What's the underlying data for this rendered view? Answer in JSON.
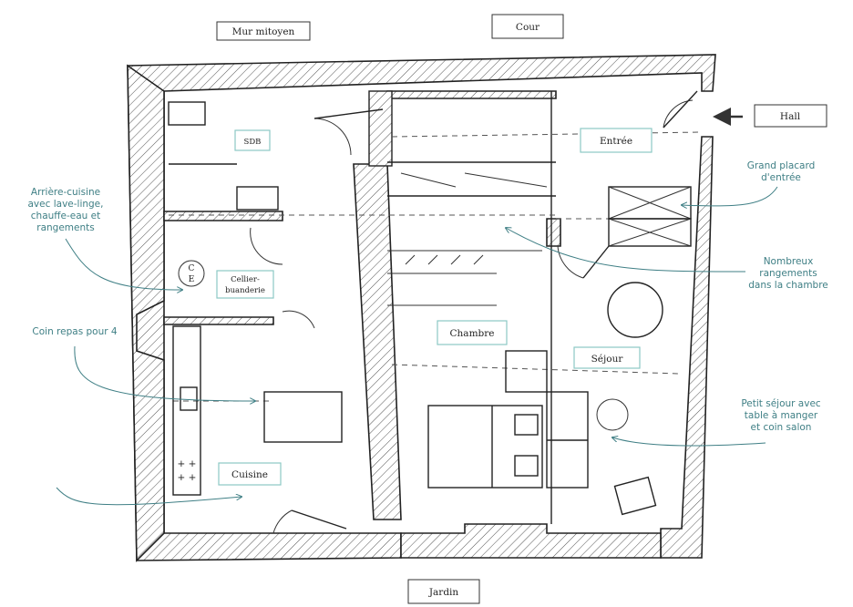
{
  "orientation": {
    "top_left": "Mur mitoyen",
    "top": "Cour",
    "right": "Hall",
    "bottom": "Jardin"
  },
  "rooms": {
    "sdb": "SDB",
    "cellier_line1": "Cellier-",
    "cellier_line2": "buanderie",
    "cuisine": "Cuisine",
    "chambre": "Chambre",
    "entree": "Entrée",
    "sejour": "Séjour",
    "ce_line1": "C",
    "ce_line2": "E"
  },
  "annotations": {
    "arriere_cuisine": [
      "Arrière-cuisine",
      "avec lave-linge,",
      "chauffe-eau et",
      "rangements"
    ],
    "coin_repas": [
      "Coin repas pour 4"
    ],
    "grand_placard": [
      "Grand placard",
      "d'entrée"
    ],
    "rangements": [
      "Nombreux",
      "rangements",
      "dans la chambre"
    ],
    "petit_sejour": [
      "Petit séjour avec",
      "table à manger",
      "et coin salon"
    ]
  },
  "colors": {
    "annotation": "#3f7f85",
    "label_border": "#8cc9c4"
  }
}
